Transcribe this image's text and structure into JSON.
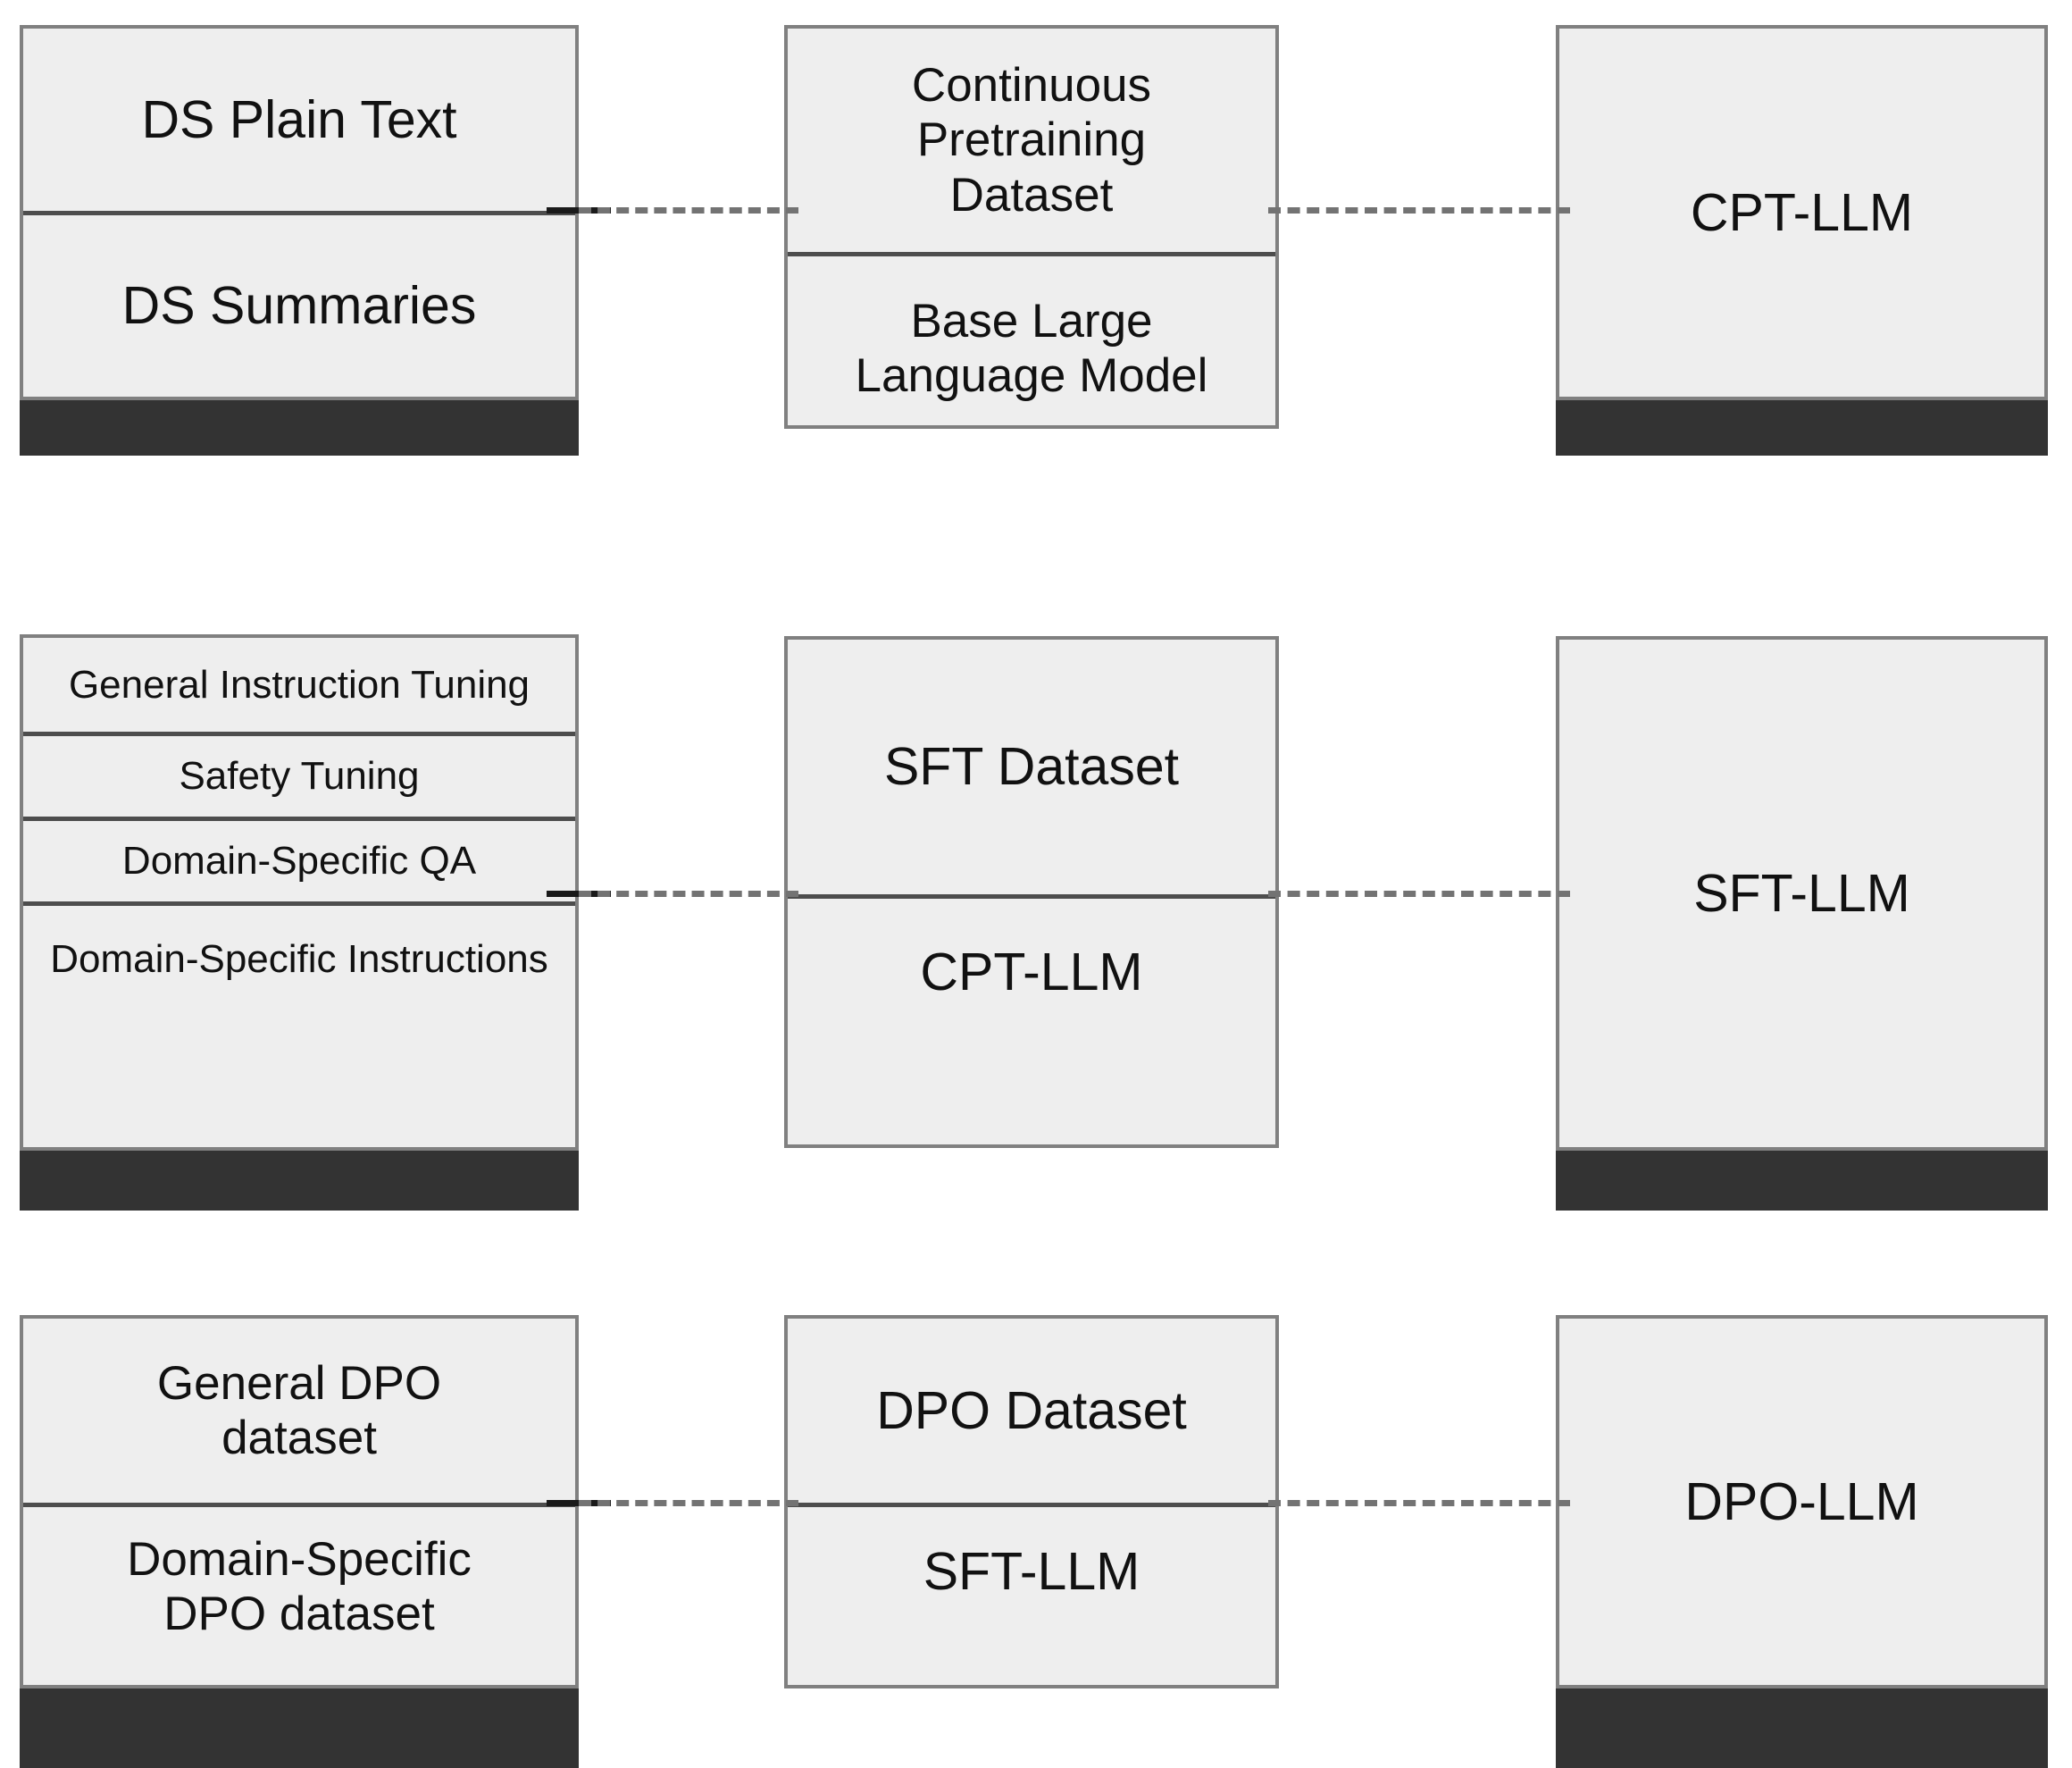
{
  "diagram": {
    "title": "LLM domain-adaptation training pipeline",
    "colors": {
      "box_fill": "#eeeeee",
      "box_border": "#808080",
      "divider": "#4d4d4d",
      "footer_bar": "#333333",
      "connector": "#737373",
      "text": "#111111"
    },
    "stages": [
      {
        "name": "continuous-pretraining",
        "inputs": {
          "name": "cpt-inputs",
          "cells": [
            "DS Plain Text",
            "DS Summaries"
          ]
        },
        "process": {
          "name": "cpt-process",
          "cells": [
            "Continuous\nPretraining\nDataset",
            "Base Large\nLanguage Model"
          ]
        },
        "output": {
          "name": "cpt-output",
          "cells": [
            "CPT-LLM"
          ]
        }
      },
      {
        "name": "supervised-fine-tuning",
        "inputs": {
          "name": "sft-inputs",
          "cells": [
            "General Instruction Tuning",
            "Safety Tuning",
            "Domain-Specific QA",
            "Domain-Specific Instructions"
          ]
        },
        "process": {
          "name": "sft-process",
          "cells": [
            "SFT Dataset",
            "CPT-LLM"
          ]
        },
        "output": {
          "name": "sft-output",
          "cells": [
            "SFT-LLM"
          ]
        }
      },
      {
        "name": "direct-preference-optimization",
        "inputs": {
          "name": "dpo-inputs",
          "cells": [
            "General DPO\ndataset",
            "Domain-Specific\nDPO dataset"
          ]
        },
        "process": {
          "name": "dpo-process",
          "cells": [
            "DPO Dataset",
            "SFT-LLM"
          ]
        },
        "output": {
          "name": "dpo-output",
          "cells": [
            "DPO-LLM"
          ]
        }
      }
    ]
  }
}
